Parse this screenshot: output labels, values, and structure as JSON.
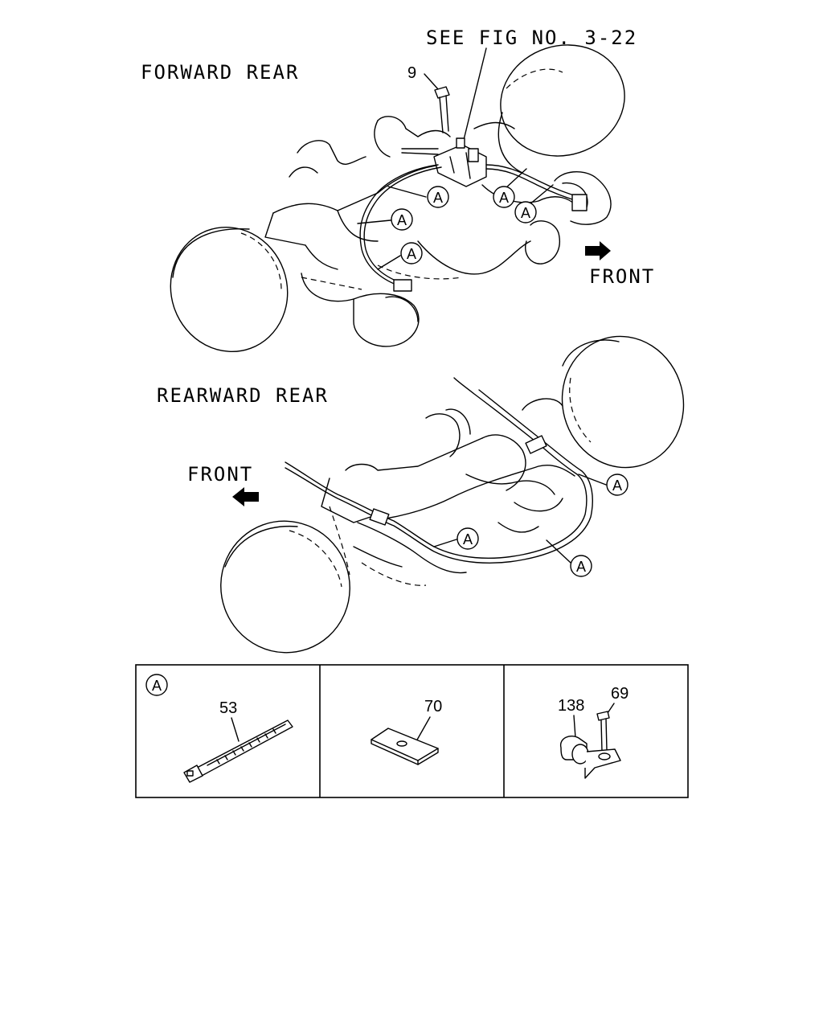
{
  "forward_section": {
    "title": "FORWARD REAR",
    "see_fig": "SEE FIG NO. 3-22",
    "bolt_ref": "9",
    "front_label": "FRONT",
    "callout_letter": "A"
  },
  "rearward_section": {
    "title": "REARWARD REAR",
    "front_label": "FRONT",
    "callout_letter": "A"
  },
  "parts_table": {
    "cells": [
      {
        "callout": "A",
        "part_numbers": [
          "53"
        ],
        "part_names": [
          "cable-tie"
        ]
      },
      {
        "part_numbers": [
          "70"
        ],
        "part_names": [
          "pad"
        ]
      },
      {
        "part_numbers": [
          "138",
          "69"
        ],
        "part_names": [
          "clip",
          "bolt"
        ]
      }
    ]
  }
}
